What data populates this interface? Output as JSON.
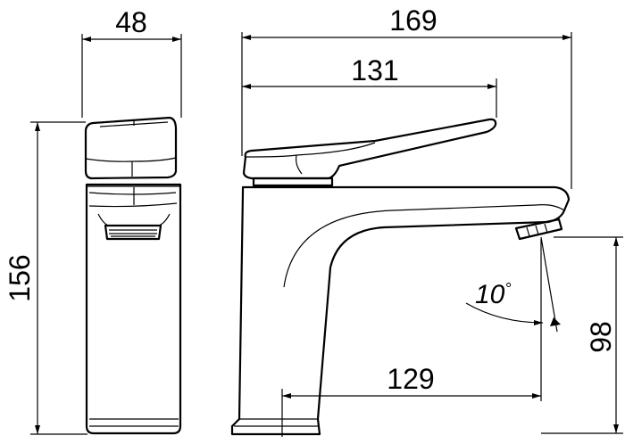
{
  "dimensions": {
    "side_width": "48",
    "overall_length": "169",
    "lever_length": "131",
    "spout_reach": "129",
    "overall_height": "156",
    "outlet_height": "98"
  },
  "angle": {
    "label": "10",
    "unit": "°"
  }
}
